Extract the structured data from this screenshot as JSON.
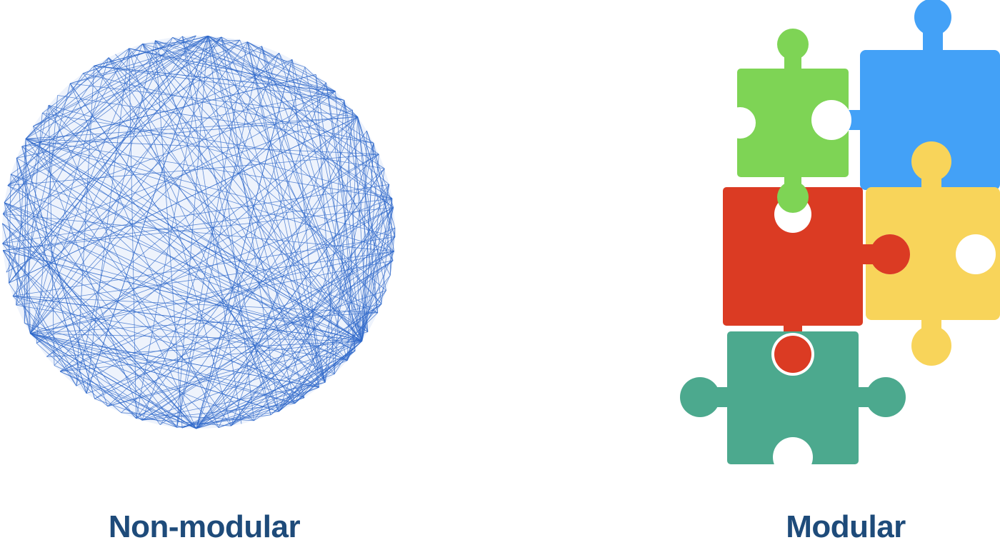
{
  "colors": {
    "caption": "#1e4b7a",
    "network_line": "#2f68c9",
    "network_fill": "#eef3fc",
    "piece_green": "#7ed455",
    "piece_blue": "#43a1f7",
    "piece_red": "#db3b23",
    "piece_yellow": "#f8d45a",
    "piece_teal": "#4ca98e"
  },
  "left": {
    "caption": "Non-modular",
    "illustration": "densely-connected-network"
  },
  "right": {
    "caption": "Modular",
    "illustration": "interlocking-puzzle-pieces",
    "pieces": [
      "green",
      "blue",
      "red",
      "yellow",
      "teal"
    ]
  }
}
